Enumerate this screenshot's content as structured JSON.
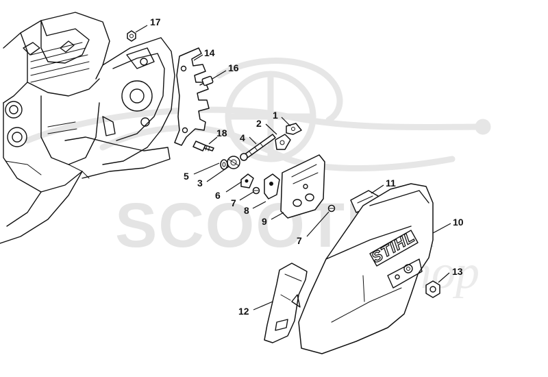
{
  "watermark": {
    "text": "SCOOTER",
    "script": "Shop"
  },
  "cover_logo": "STIHL",
  "callouts": {
    "c1": "1",
    "c2": "2",
    "c3": "3",
    "c4": "4",
    "c5": "5",
    "c6": "6",
    "c7a": "7",
    "c7b": "7",
    "c8": "8",
    "c9": "9",
    "c10": "10",
    "c11": "11",
    "c12": "12",
    "c13": "13",
    "c14": "14",
    "c16": "16",
    "c17": "17",
    "c18": "18"
  }
}
